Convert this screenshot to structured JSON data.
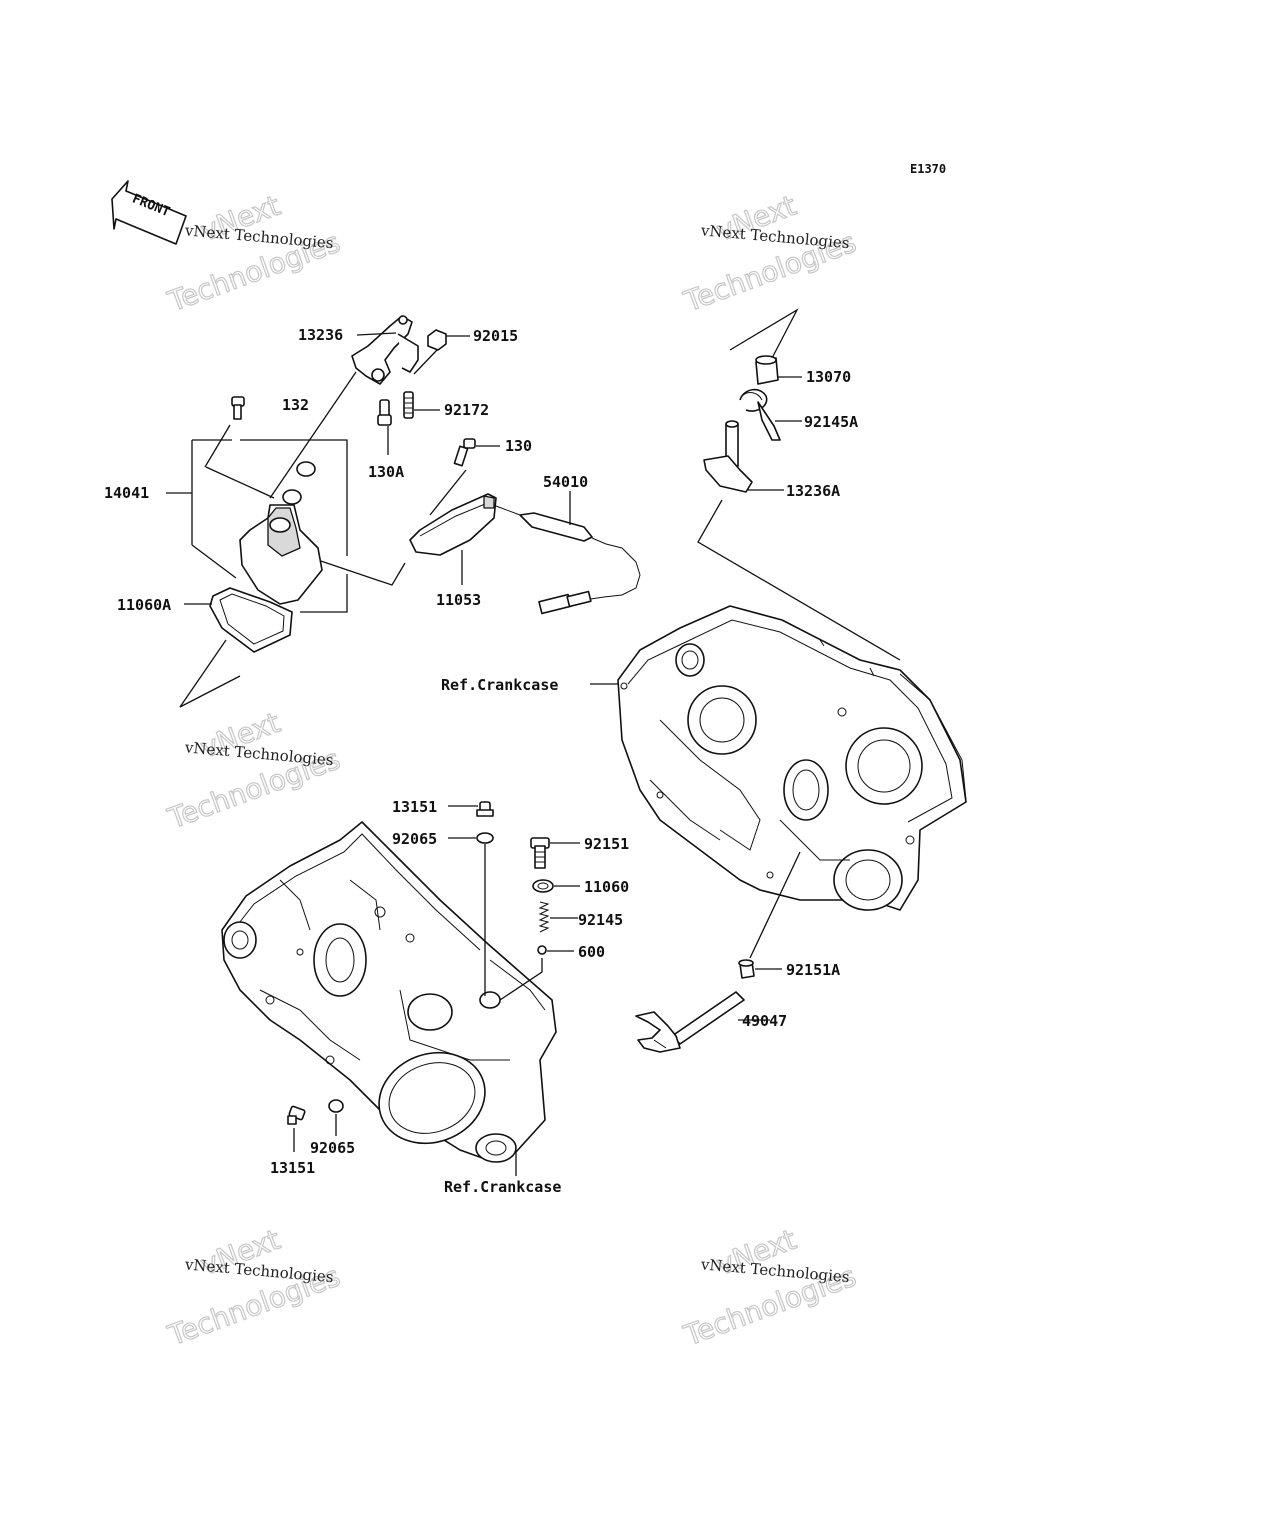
{
  "diagram_code": "E1370",
  "front_label": "FRONT",
  "watermark": {
    "line1": "vNext Technologies",
    "line2": "vNext",
    "line3": "Technologies"
  },
  "parts": [
    {
      "id": "13236",
      "label": "13236"
    },
    {
      "id": "92015",
      "label": "92015"
    },
    {
      "id": "132",
      "label": "132"
    },
    {
      "id": "92172",
      "label": "92172"
    },
    {
      "id": "130",
      "label": "130"
    },
    {
      "id": "130A",
      "label": "130A"
    },
    {
      "id": "14041",
      "label": "14041"
    },
    {
      "id": "54010",
      "label": "54010"
    },
    {
      "id": "11053",
      "label": "11053"
    },
    {
      "id": "11060A",
      "label": "11060A"
    },
    {
      "id": "13070",
      "label": "13070"
    },
    {
      "id": "92145A",
      "label": "92145A"
    },
    {
      "id": "13236A",
      "label": "13236A"
    },
    {
      "id": "ref-crankcase-upper",
      "label": "Ref.Crankcase"
    },
    {
      "id": "13151-upper",
      "label": "13151"
    },
    {
      "id": "92065-upper",
      "label": "92065"
    },
    {
      "id": "92151",
      "label": "92151"
    },
    {
      "id": "11060",
      "label": "11060"
    },
    {
      "id": "92145",
      "label": "92145"
    },
    {
      "id": "600",
      "label": "600"
    },
    {
      "id": "92151A",
      "label": "92151A"
    },
    {
      "id": "49047",
      "label": "49047"
    },
    {
      "id": "92065-lower",
      "label": "92065"
    },
    {
      "id": "13151-lower",
      "label": "13151"
    },
    {
      "id": "ref-crankcase-lower",
      "label": "Ref.Crankcase"
    }
  ]
}
